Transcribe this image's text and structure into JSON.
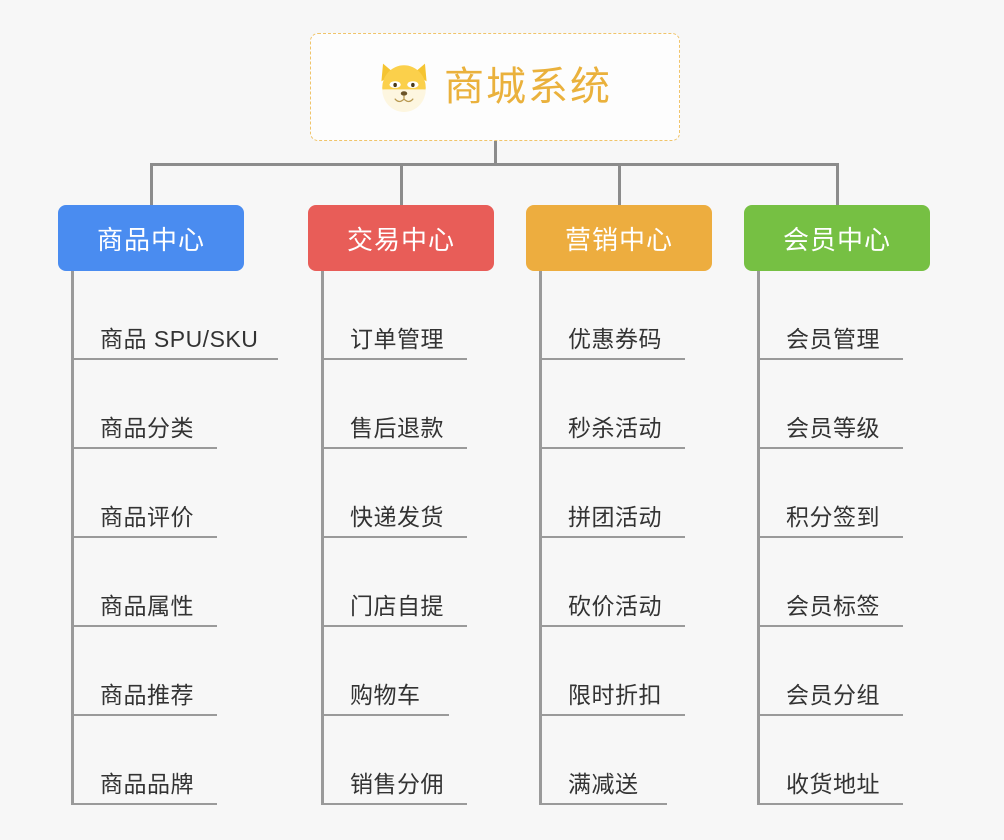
{
  "root": {
    "title": "商城系统",
    "icon": "shiba-dog-icon",
    "title_color": "#eab13c",
    "border_color": "#f0c46a"
  },
  "columns": [
    {
      "id": "product-center",
      "label": "商品中心",
      "color": "#4a8cf0",
      "items": [
        "商品 SPU/SKU",
        "商品分类",
        "商品评价",
        "商品属性",
        "商品推荐",
        "商品品牌"
      ]
    },
    {
      "id": "trade-center",
      "label": "交易中心",
      "color": "#e85d58",
      "items": [
        "订单管理",
        "售后退款",
        "快递发货",
        "门店自提",
        "购物车",
        "销售分佣"
      ]
    },
    {
      "id": "marketing-center",
      "label": "营销中心",
      "color": "#edad3f",
      "items": [
        "优惠券码",
        "秒杀活动",
        "拼团活动",
        "砍价活动",
        "限时折扣",
        "满减送"
      ]
    },
    {
      "id": "member-center",
      "label": "会员中心",
      "color": "#76c043",
      "items": [
        "会员管理",
        "会员等级",
        "积分签到",
        "会员标签",
        "会员分组",
        "收货地址"
      ]
    }
  ],
  "connector_color": "#8c8c8c",
  "background": "#f7f7f7"
}
